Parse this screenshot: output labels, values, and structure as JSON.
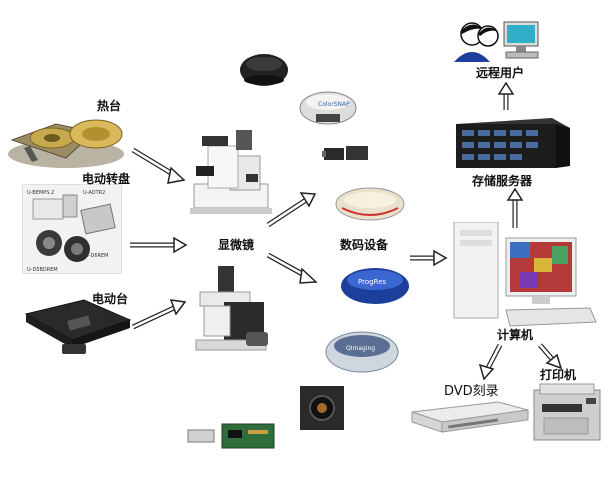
{
  "labels": {
    "hot_stage": "热台",
    "motorized_rotary": "电动转盘",
    "motorized_stage": "电动台",
    "microscope": "显微镜",
    "digital_device": "数码设备",
    "computer": "计算机",
    "storage_server": "存储服务器",
    "remote_user": "远程用户",
    "dvd_burner": "DVD刻录",
    "printer": "打印机"
  },
  "device_texts": {
    "rotary_model_1": "U-BEMPS.2",
    "rotary_model_2": "U-AOTR2",
    "rotary_model_3": "U-D5BDREM",
    "rotary_model_4": "U-D6REM",
    "camera_brand_1": "ColorSNAP",
    "camera_brand_2": "ProgRes",
    "camera_brand_3": "QImaging"
  }
}
